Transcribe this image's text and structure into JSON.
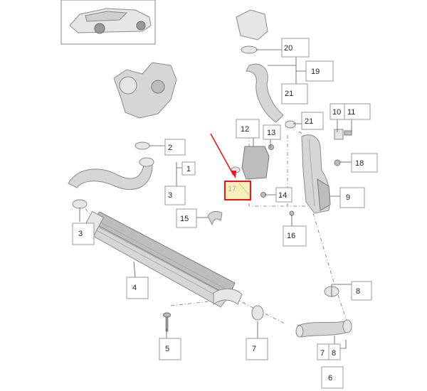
{
  "callouts": {
    "c1": "1",
    "c2": "2",
    "c3a": "3",
    "c3b": "3",
    "c4": "4",
    "c5": "5",
    "c6": "6",
    "c7a": "7",
    "c7b": "7",
    "c8a": "8",
    "c8b": "8",
    "c9": "9",
    "c10": "10",
    "c11": "11",
    "c12": "12",
    "c13": "13",
    "c14": "14",
    "c15": "15",
    "c16": "16",
    "c17": "17",
    "c18": "18",
    "c19": "19",
    "c20": "20",
    "c21a": "21",
    "c21b": "21"
  },
  "colors": {
    "highlight": "#e8141b",
    "highlight_fill": "#f6efb8",
    "part_gray": "#d6d6d6"
  }
}
